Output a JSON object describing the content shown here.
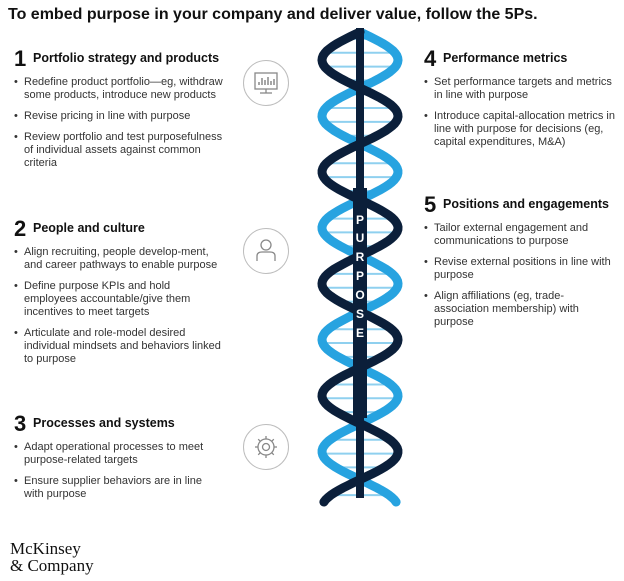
{
  "title": "To embed purpose in your company and deliver value, follow the 5Ps.",
  "purpose_letters": [
    "P",
    "U",
    "R",
    "P",
    "O",
    "S",
    "E"
  ],
  "colors": {
    "blue": "#27a3e0",
    "navy": "#0b1f3a",
    "text": "#222222"
  },
  "sections": [
    {
      "num": "1",
      "title": "Portfolio strategy and products",
      "bullets": [
        "Redefine product portfolio—eg, withdraw some products, introduce new products",
        "Revise pricing in line with purpose",
        "Review portfolio and test purposefulness of individual assets against common criteria"
      ]
    },
    {
      "num": "2",
      "title": "People and culture",
      "bullets": [
        "Align recruiting, people develop-ment, and career pathways to enable purpose",
        "Define purpose KPIs and hold employees accountable/give them incentives to meet targets",
        "Articulate and role-model desired individual mindsets and behaviors linked to purpose"
      ]
    },
    {
      "num": "3",
      "title": "Processes and systems",
      "bullets": [
        "Adapt operational processes to meet purpose-related targets",
        "Ensure supplier behaviors are in line with purpose"
      ]
    },
    {
      "num": "4",
      "title": "Performance metrics",
      "bullets": [
        "Set performance targets and metrics in line with purpose",
        "Introduce capital-allocation metrics in line with purpose for decisions (eg, capital expenditures, M&A)"
      ]
    },
    {
      "num": "5",
      "title": "Positions and engagements",
      "bullets": [
        "Tailor external engagement and communications to purpose",
        "Revise external positions in line with purpose",
        "Align affiliations (eg, trade-association membership) with purpose"
      ]
    }
  ],
  "icons": [
    "monitor-chart-icon",
    "person-icon",
    "gear-icon"
  ],
  "logo": {
    "line1": "McKinsey",
    "line2": "& Company"
  }
}
